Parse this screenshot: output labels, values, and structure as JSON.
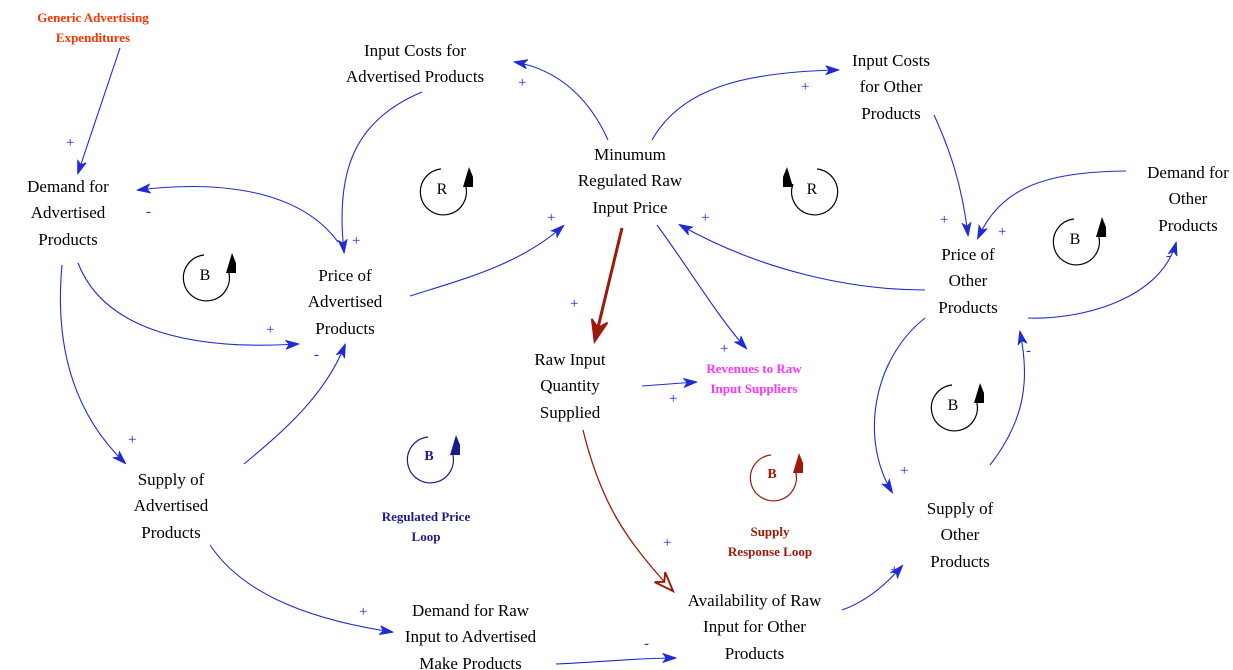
{
  "variables": {
    "generic_adv": [
      "Generic Advertising",
      "Expenditures"
    ],
    "demand_adv": [
      "Demand for",
      "Advertised",
      "Products"
    ],
    "input_costs_adv": [
      "Input Costs for",
      "Advertised Products"
    ],
    "min_price": [
      "Minumum",
      "Regulated Raw",
      "Input Price"
    ],
    "input_costs_other": [
      "Input Costs",
      "for Other",
      "Products"
    ],
    "demand_other": [
      "Demand for",
      "Other",
      "Products"
    ],
    "price_adv": [
      "Price of",
      "Advertised",
      "Products"
    ],
    "price_other": [
      "Price of",
      "Other",
      "Products"
    ],
    "raw_input_qty": [
      "Raw Input",
      "Quantity",
      "Supplied"
    ],
    "revenues": [
      "Revenues to Raw",
      "Input Suppliers"
    ],
    "supply_adv": [
      "Supply of",
      "Advertised",
      "Products"
    ],
    "supply_other": [
      "Supply of",
      "Other",
      "Products"
    ],
    "demand_raw": [
      "Demand for Raw",
      "Input to Advertised",
      "Make Products"
    ],
    "availability": [
      "Availability of Raw",
      "Input for Other",
      "Products"
    ]
  },
  "loops": {
    "r_left": {
      "letter": "R"
    },
    "r_right": {
      "letter": "R"
    },
    "b_adv": {
      "letter": "B"
    },
    "b_other": {
      "letter": "B"
    },
    "b_other_lower": {
      "letter": "B"
    },
    "b_regulated": {
      "letter": "B",
      "caption": [
        "Regulated Price",
        "Loop"
      ]
    },
    "b_supply": {
      "letter": "B",
      "caption": [
        "Supply",
        "Response Loop"
      ]
    }
  },
  "polarity": {
    "plus": "+",
    "minus": "-"
  },
  "colors": {
    "link": "#1f2bd6",
    "link_dark": "#1a1a9a",
    "maroon": "#a0180a",
    "loop_navy": "#1b1b8c"
  }
}
